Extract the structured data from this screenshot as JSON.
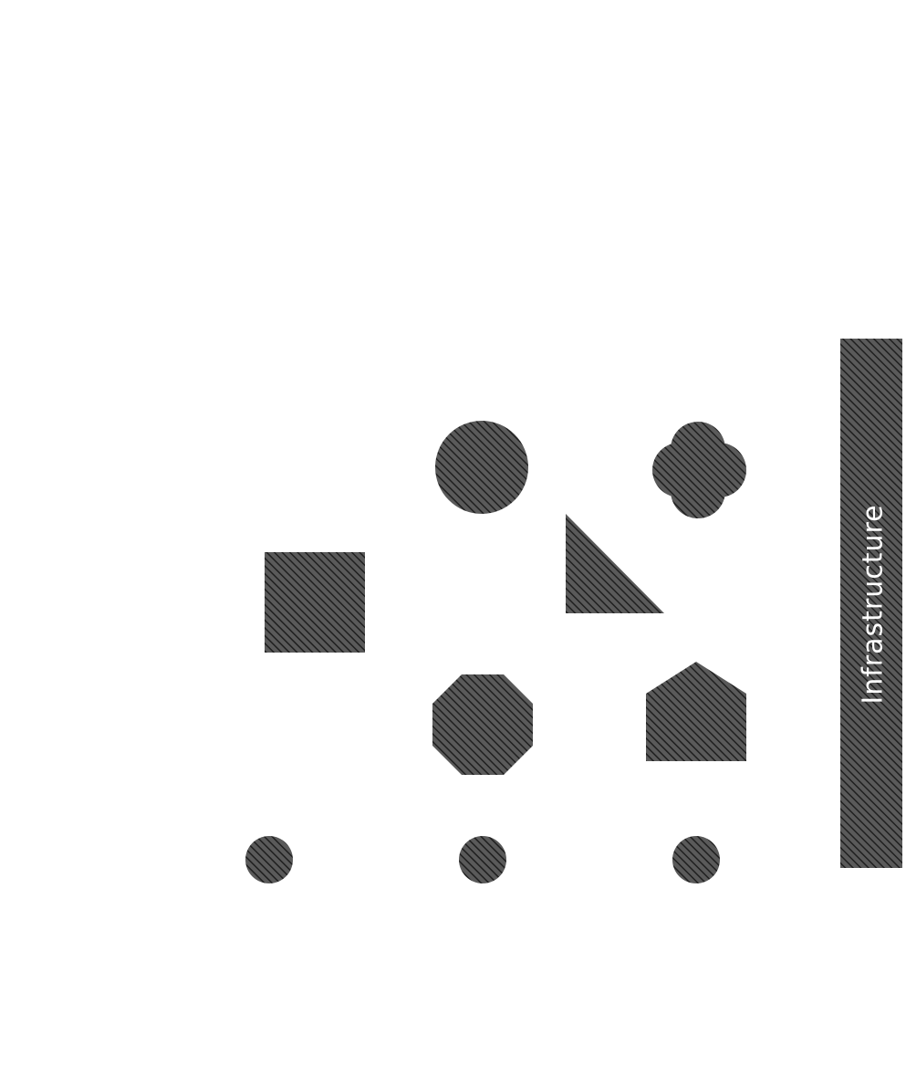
{
  "diagram": {
    "sidebar_label": "Infrastructure",
    "colors": {
      "background": "#ffffff",
      "hatch": "#2f2f2f",
      "hatch_fill": "#5a5a5a",
      "label_text": "#ffffff"
    },
    "shapes": [
      {
        "name": "circle-shape",
        "kind": "circle"
      },
      {
        "name": "cloud-shape",
        "kind": "cloud"
      },
      {
        "name": "square-shape",
        "kind": "square"
      },
      {
        "name": "right-triangle-shape",
        "kind": "right-triangle"
      },
      {
        "name": "octagon-shape",
        "kind": "octagon"
      },
      {
        "name": "pentagon-house-shape",
        "kind": "pentagon"
      },
      {
        "name": "small-dot-left",
        "kind": "dot"
      },
      {
        "name": "small-dot-center",
        "kind": "dot"
      },
      {
        "name": "small-dot-right",
        "kind": "dot"
      }
    ]
  }
}
